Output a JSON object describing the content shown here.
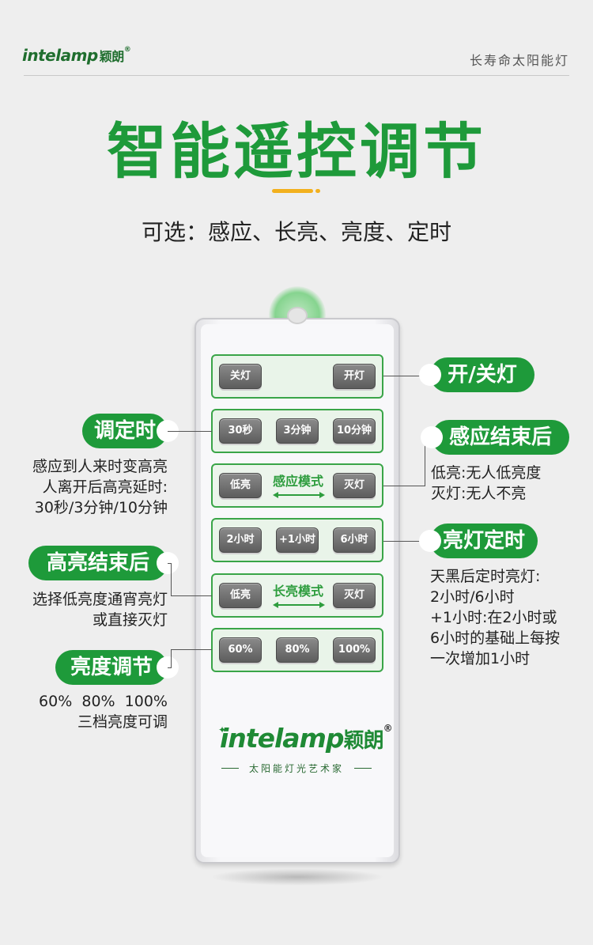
{
  "header": {
    "logo_text": "intelamp",
    "logo_cn": "颖朗",
    "logo_reg": "®",
    "slogan": "长寿命太阳能灯"
  },
  "title": "智能遥控调节",
  "subtitle": "可选：感应、长亮、亮度、定时",
  "remote": {
    "row_power": {
      "off": "关灯",
      "on": "开灯"
    },
    "row_delay": {
      "b1": "30秒",
      "b2": "3分钟",
      "b3": "10分钟"
    },
    "row_sensor": {
      "low": "低亮",
      "mode": "感应模式",
      "off": "灭灯"
    },
    "row_timer": {
      "b1": "2小时",
      "b2": "+1小时",
      "b3": "6小时"
    },
    "row_always": {
      "low": "低亮",
      "mode": "长亮模式",
      "off": "灭灯"
    },
    "row_brightness": {
      "b1": "60%",
      "b2": "80%",
      "b3": "100%"
    },
    "brand": "intelamp",
    "brand_cn": "颖朗",
    "brand_reg": "®",
    "brand_tagline": "太阳能灯光艺术家"
  },
  "callouts": {
    "power": {
      "title": "开/关灯"
    },
    "delay": {
      "title": "调定时",
      "lines": [
        "感应到人来时变高亮",
        "人离开后高亮延时:",
        "30秒/3分钟/10分钟"
      ]
    },
    "sensor_end": {
      "title": "感应结束后",
      "lines": [
        "低亮:无人低亮度",
        "灭灯:无人不亮"
      ]
    },
    "timer": {
      "title": "亮灯定时",
      "lines": [
        "天黑后定时亮灯:",
        "2小时/6小时",
        "+1小时:在2小时或",
        "6小时的基础上每按",
        "一次增加1小时"
      ]
    },
    "high_end": {
      "title": "高亮结束后",
      "lines": [
        "选择低亮度通宵亮灯",
        "或直接灭灯"
      ]
    },
    "brightness": {
      "title": "亮度调节",
      "lines": [
        "60%  80%  100%",
        "三档亮度可调"
      ]
    }
  },
  "colors": {
    "brand_green": "#1e9a3a",
    "accent_yellow": "#f2b01e",
    "button_gray": "#6b6b6b"
  }
}
